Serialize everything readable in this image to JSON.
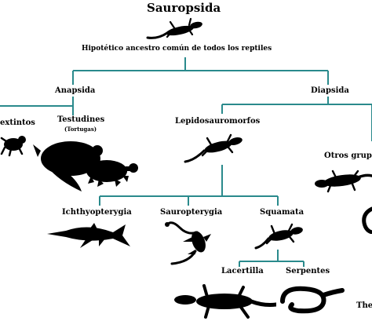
{
  "diagram": {
    "root": {
      "title": "Sauropsida",
      "subtitle": "Hipotético ancestro común de todos los reptiles",
      "icon": "lizard-silhouette-icon"
    },
    "anapsida": {
      "label": "Anapsida",
      "children": {
        "extintos": {
          "label": "extintos",
          "icon": "small-reptile-silhouette-icon"
        },
        "testudines": {
          "label": "Testudines",
          "note": "(Tortugas)",
          "icon": "turtles-silhouette-icon"
        }
      }
    },
    "diapsida": {
      "label": "Diapsida",
      "children": {
        "lepidosauromorfos": {
          "label": "Lepidosauromorfos",
          "icon": "lizard-silhouette-icon",
          "children": {
            "ichthyopterygia": {
              "label": "Ichthyopterygia",
              "icon": "ichthyosaur-silhouette-icon"
            },
            "sauropterygia": {
              "label": "Sauropterygia",
              "icon": "plesiosaur-silhouette-icon"
            },
            "squamata": {
              "label": "Squamata",
              "icon": "lizard-silhouette-icon",
              "children": {
                "lacertilla": {
                  "label": "Lacertilla",
                  "icon": "lizard-silhouette-icon"
                },
                "serpentes": {
                  "label": "Serpentes",
                  "icon": "snake-silhouette-icon"
                }
              }
            }
          }
        },
        "otros": {
          "label": "Otros grupos",
          "icon": "reptile-silhouette-icon"
        },
        "clipped_label": "The"
      }
    },
    "colors": {
      "edge": "#2a8a8c",
      "silhouette": "#000000",
      "text": "#000000"
    }
  }
}
